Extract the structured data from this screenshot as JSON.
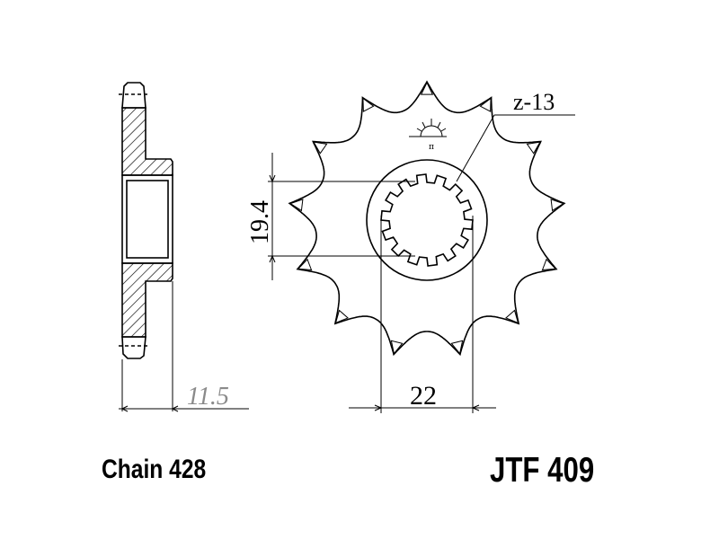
{
  "drawing": {
    "teeth_label": "z-13",
    "bore_dimension": "19.4",
    "spline_dimension": "22",
    "width_dimension": "11.5",
    "teeth_count": 13,
    "spline_count": 14
  },
  "footer": {
    "chain": "Chain 428",
    "part_number": "JTF 409"
  },
  "colors": {
    "line": "#000000",
    "dim_grey": "#8a8a8a"
  }
}
